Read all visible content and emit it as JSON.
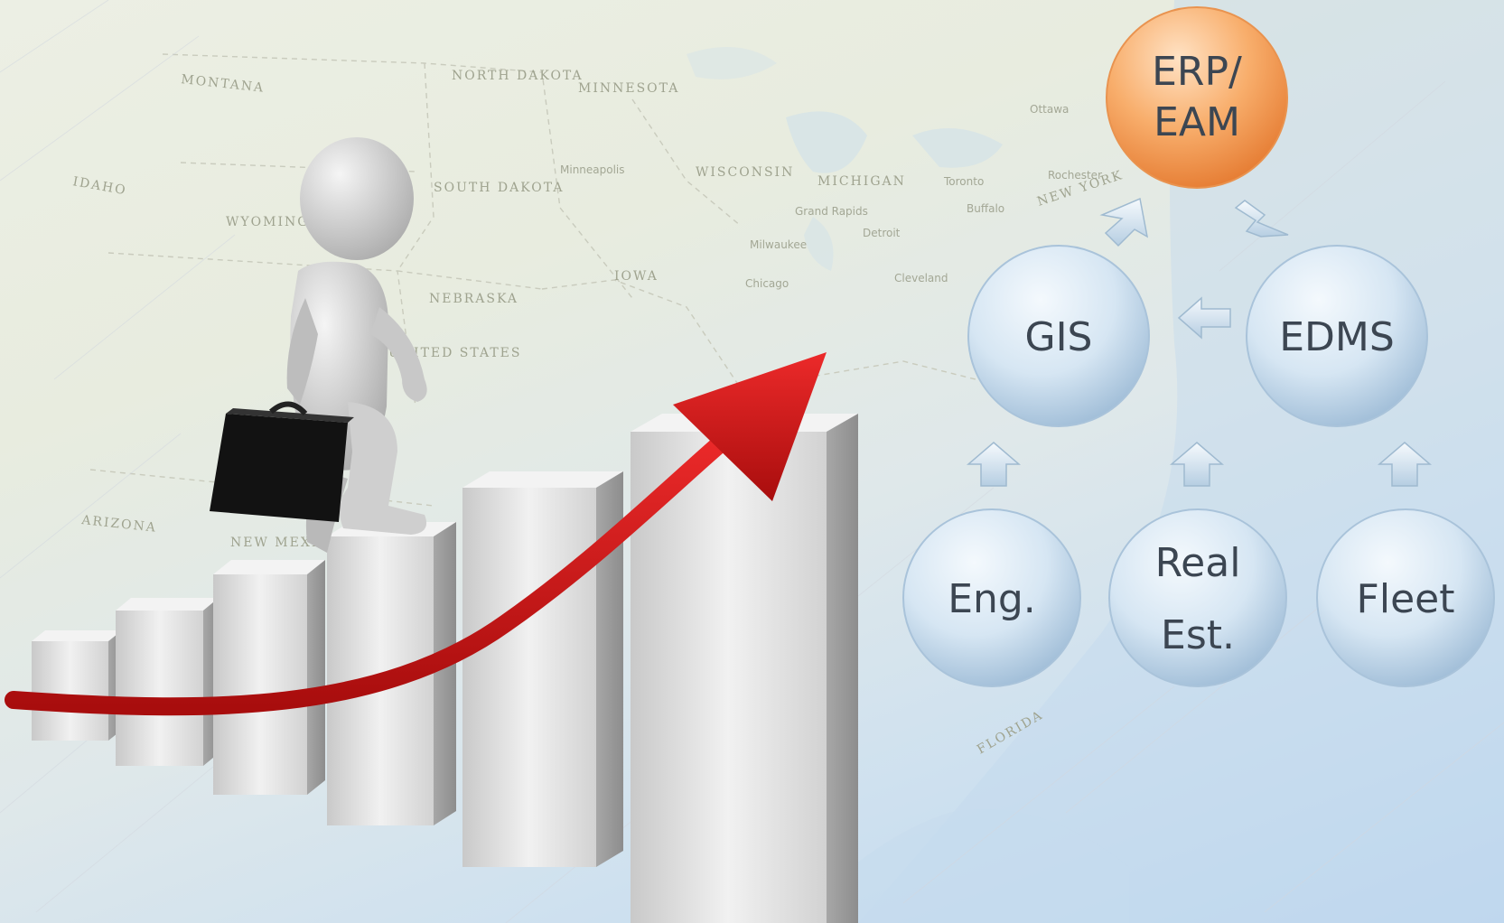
{
  "map": {
    "states": [
      "MONTANA",
      "NORTH DAKOTA",
      "MINNESOTA",
      "SOUTH DAKOTA",
      "WYOMING",
      "IDAHO",
      "WISCONSIN",
      "MICHIGAN",
      "IOWA",
      "NEBRASKA",
      "NEW YORK",
      "ARIZONA",
      "NEW MEXICO",
      "FLORIDA",
      "UNITED STATES"
    ],
    "cities": [
      "Minneapolis",
      "Milwaukee",
      "Chicago",
      "Grand Rapids",
      "Detroit",
      "Toronto",
      "Buffalo",
      "Rochester",
      "Cleveland",
      "Ottawa"
    ]
  },
  "diagram": {
    "nodes": {
      "erp": {
        "line1": "ERP/",
        "line2": "EAM",
        "color": "#f5a05c"
      },
      "gis": {
        "label": "GIS"
      },
      "edms": {
        "label": "EDMS"
      },
      "eng": {
        "label": "Eng."
      },
      "real": {
        "line1": "Real",
        "line2": "Est."
      },
      "fleet": {
        "label": "Fleet"
      }
    },
    "node_color": "#c6dcee",
    "arrow_color": "#dceaf4"
  },
  "illustration": {
    "growth_arrow_color": "#d11414",
    "bar_color": "#e4e4e4",
    "briefcase_color": "#111111"
  }
}
